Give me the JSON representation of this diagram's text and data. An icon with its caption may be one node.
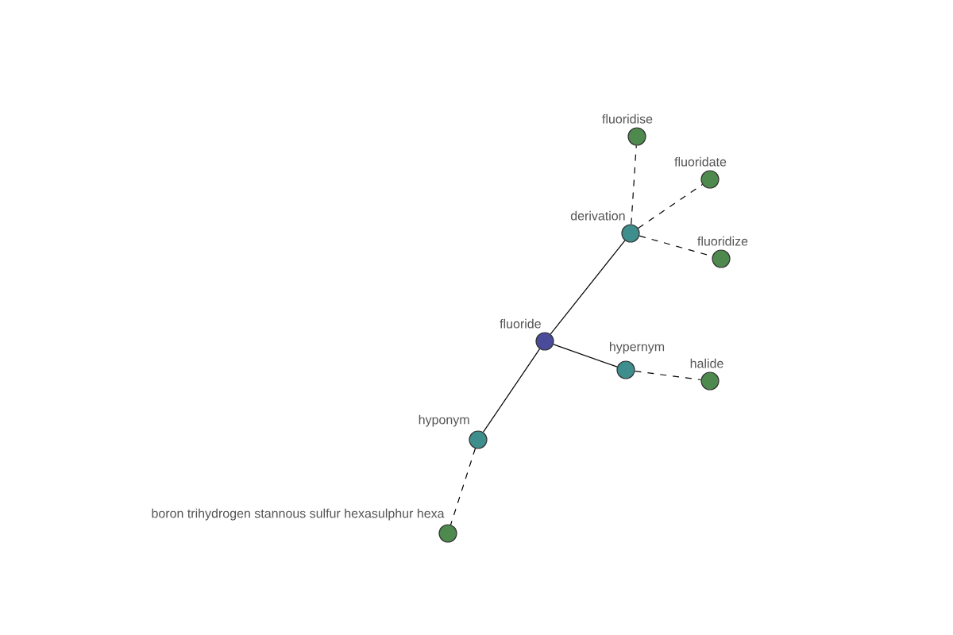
{
  "diagram": {
    "nodes": [
      {
        "text": [
          "fluoridise"
        ]
      },
      {
        "text": [
          "fluoridate"
        ]
      },
      {
        "text": [
          "derivation"
        ]
      },
      {
        "text": [
          "fluoridize"
        ]
      },
      {
        "text": [
          "fluoride"
        ]
      },
      {
        "text": [
          "hypernym"
        ]
      },
      {
        "text": [
          "halide"
        ]
      },
      {
        "text": [
          "hyponym"
        ]
      },
      {
        "text": [
          "boron trihydrogen stannous sulfur hexasulphur hexa"
        ]
      }
    ],
    "edges": [
      {
        "from": 4,
        "to": 2,
        "arrow": "none"
      },
      {
        "from": 4,
        "to": 5,
        "arrow": "none"
      },
      {
        "from": 4,
        "to": 7,
        "arrow": "none"
      },
      {
        "from": 2,
        "to": 0,
        "arrow": "none",
        "style": "dashed"
      },
      {
        "from": 2,
        "to": 1,
        "arrow": "none",
        "style": "dashed"
      },
      {
        "from": 2,
        "to": 3,
        "arrow": "none",
        "style": "dashed"
      },
      {
        "from": 5,
        "to": 6,
        "arrow": "none",
        "style": "dashed"
      },
      {
        "from": 7,
        "to": 8,
        "arrow": "none",
        "style": "dashed"
      }
    ]
  }
}
